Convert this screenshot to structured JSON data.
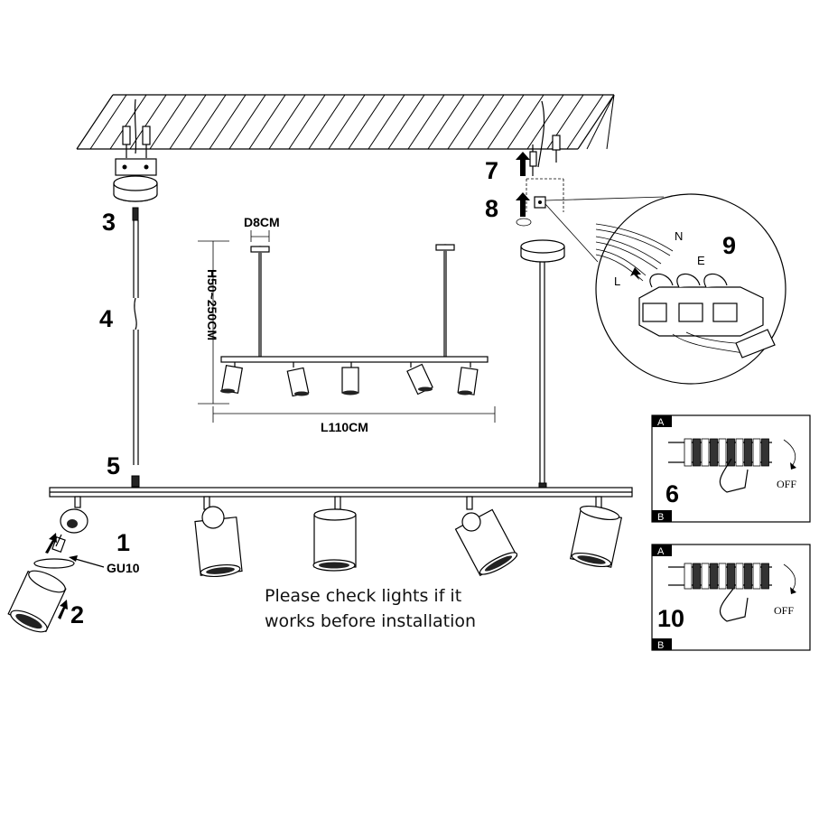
{
  "steps": {
    "s1": "1",
    "s2": "2",
    "s3": "3",
    "s4": "4",
    "s5": "5",
    "s6": "6",
    "s7": "7",
    "s8": "8",
    "s9": "9",
    "s10": "10"
  },
  "bulb_label": "GU10",
  "dimensions": {
    "diameter": "D8CM",
    "height": "H50~250CM",
    "length": "L110CM"
  },
  "wiring": {
    "neutral": "N",
    "earth": "E",
    "live": "L"
  },
  "breaker_panels": {
    "top": {
      "tag_a": "A",
      "tag_b": "B",
      "state": "OFF"
    },
    "bottom": {
      "tag_a": "A",
      "tag_b": "B",
      "state": "OFF"
    }
  },
  "notice": {
    "line1": "Please check lights if it",
    "line2": "works before installation"
  }
}
